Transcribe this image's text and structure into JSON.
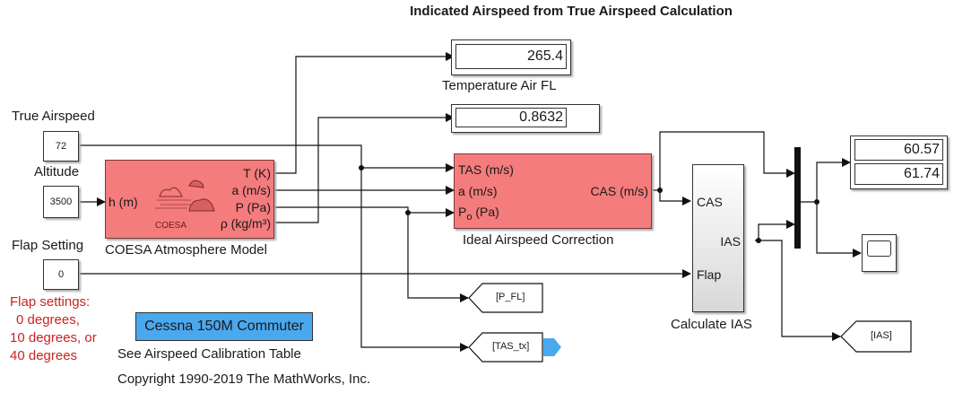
{
  "title": "Indicated Airspeed from True Airspeed Calculation",
  "inputs": {
    "true_airspeed": {
      "label": "True Airspeed",
      "value": "72"
    },
    "altitude": {
      "label": "Altitude",
      "value": "3500"
    },
    "flap_setting": {
      "label": "Flap Setting",
      "value": "0"
    }
  },
  "coesa_block": {
    "name": "COESA Atmosphere Model",
    "input_port": "h (m)",
    "output_ports": [
      "T (K)",
      "a (m/s)",
      "P (Pa)",
      "ρ (kg/m³)"
    ],
    "icon_text": "COESA"
  },
  "displays": {
    "temperature": {
      "value": "265.4",
      "label": "Temperature Air FL"
    },
    "density": {
      "value": "0.8632"
    },
    "airspeeds": {
      "values": [
        "60.57",
        "61.74"
      ]
    }
  },
  "ideal_block": {
    "name": "Ideal Airspeed Correction",
    "input_ports": [
      "TAS (m/s)",
      "a (m/s)",
      "P",
      "o",
      "(Pa)"
    ],
    "output_port": "CAS (m/s)"
  },
  "ias_block": {
    "name": "Calculate IAS",
    "input_ports": [
      "CAS",
      "Flap"
    ],
    "output_port": "IAS"
  },
  "goto_tags": [
    "[P_FL]",
    "[TAS_tx]",
    "[IAS]"
  ],
  "notes": {
    "flap_lines": [
      "Flap settings:",
      "0 degrees,",
      "10 degrees, or",
      "40 degrees"
    ],
    "area_label": "Cessna 150M Commuter",
    "calibration": "See Airspeed Calibration Table",
    "copyright": "Copyright 1990-2019 The MathWorks, Inc."
  },
  "colors": {
    "block_red": "#f47c7c",
    "area_blue": "#4aa8ee",
    "note_red": "#cc2222"
  }
}
